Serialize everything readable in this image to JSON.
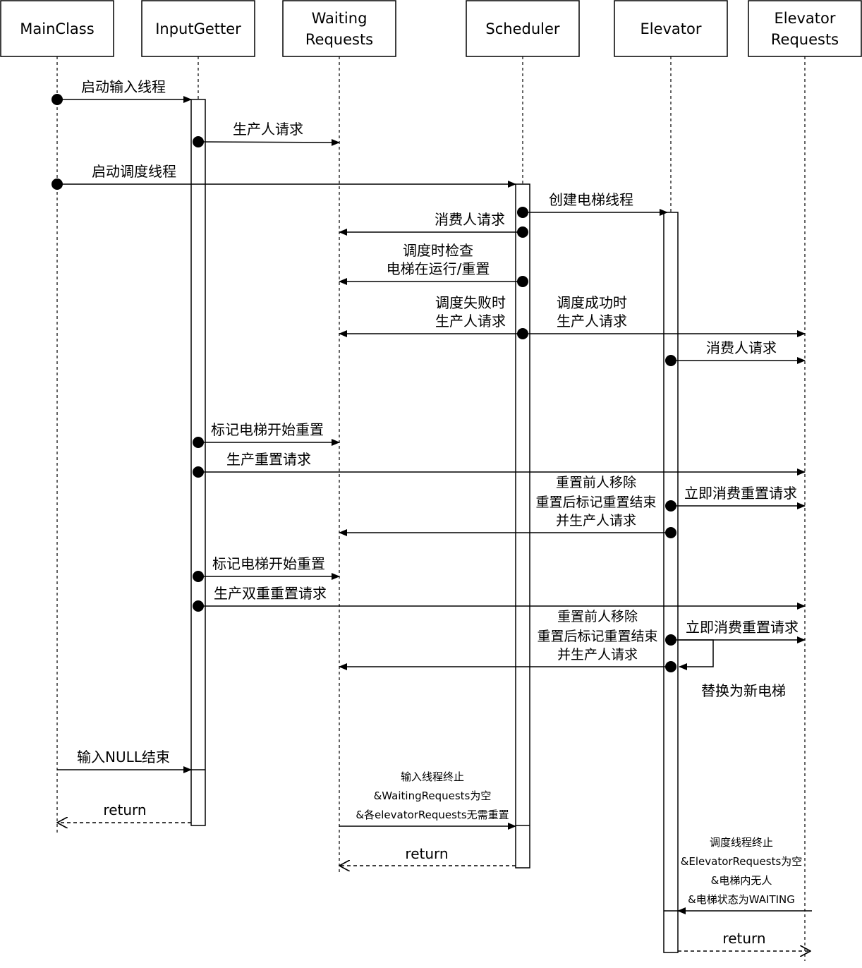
{
  "participants": [
    {
      "id": "main",
      "line1": "MainClass",
      "line2": ""
    },
    {
      "id": "input",
      "line1": "InputGetter",
      "line2": ""
    },
    {
      "id": "waiting",
      "line1": "Waiting",
      "line2": "Requests"
    },
    {
      "id": "scheduler",
      "line1": "Scheduler",
      "line2": ""
    },
    {
      "id": "elevator",
      "line1": "Elevator",
      "line2": ""
    },
    {
      "id": "elevreq",
      "line1": "Elevator",
      "line2": "Requests"
    }
  ],
  "messages": {
    "start_input": "启动输入线程",
    "produce_person": "生产人请求",
    "start_schedule": "启动调度线程",
    "create_elevator": "创建电梯线程",
    "consume_person": "消费人请求",
    "check_line1": "调度时检查",
    "check_line2": "电梯在运行/重置",
    "fail_line1": "调度失败时",
    "fail_line2": "生产人请求",
    "success_line1": "调度成功时",
    "success_line2": "生产人请求",
    "elev_consume": "消费人请求",
    "mark_reset_1": "标记电梯开始重置",
    "produce_reset": "生产重置请求",
    "reset_remove_1": "重置前人移除",
    "reset_mark_end_1": "重置后标记重置结束",
    "reset_produce_1": "并生产人请求",
    "consume_reset_1": "立即消费重置请求",
    "mark_reset_2": "标记电梯开始重置",
    "produce_double_reset": "生产双重重置请求",
    "reset_remove_2": "重置前人移除",
    "reset_mark_end_2": "重置后标记重置结束",
    "reset_produce_2": "并生产人请求",
    "consume_reset_2": "立即消费重置请求",
    "replace_elevator": "替换为新电梯",
    "input_null_end": "输入NULL结束",
    "return_1": "return",
    "sched_end_1": "输入线程终止",
    "sched_end_2": "&WaitingRequests为空",
    "sched_end_3": "&各elevatorRequests无需重置",
    "return_2": "return",
    "elev_end_1": "调度线程终止",
    "elev_end_2": "&ElevatorRequests为空",
    "elev_end_3": "&电梯内无人",
    "elev_end_4": "&电梯状态为WAITING",
    "return_3": "return"
  }
}
